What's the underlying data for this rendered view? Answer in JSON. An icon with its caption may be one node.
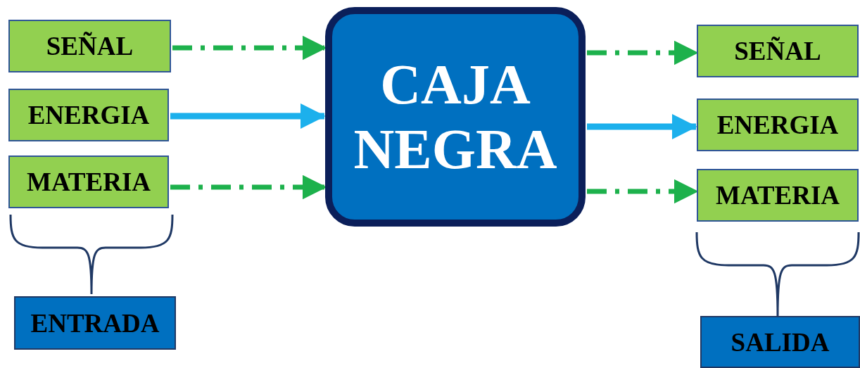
{
  "diagram": {
    "nodes": [
      {
        "text": [
          "SEÑAL"
        ]
      },
      {
        "text": [
          "ENERGIA"
        ]
      },
      {
        "text": [
          "MATERIA"
        ]
      },
      {
        "text": [
          "CAJA NEGRA"
        ]
      },
      {
        "text": [
          "SEÑAL"
        ]
      },
      {
        "text": [
          "ENERGIA"
        ]
      },
      {
        "text": [
          "MATERIA"
        ]
      },
      {
        "text": [
          "ENTRADA"
        ]
      },
      {
        "text": [
          "SALIDA"
        ]
      }
    ],
    "edges": [
      {
        "from": 0,
        "to": 3,
        "arrow": "to",
        "style": "dashed"
      },
      {
        "from": 1,
        "to": 3,
        "arrow": "to",
        "color": "#1cb0ec"
      },
      {
        "from": 2,
        "to": 3,
        "arrow": "to",
        "style": "dashed"
      },
      {
        "from": 3,
        "to": 4,
        "arrow": "to",
        "style": "dashed"
      },
      {
        "from": 3,
        "to": 5,
        "arrow": "to",
        "color": "#1cb0ec"
      },
      {
        "from": 3,
        "to": 6,
        "arrow": "to",
        "style": "dashed"
      }
    ]
  }
}
